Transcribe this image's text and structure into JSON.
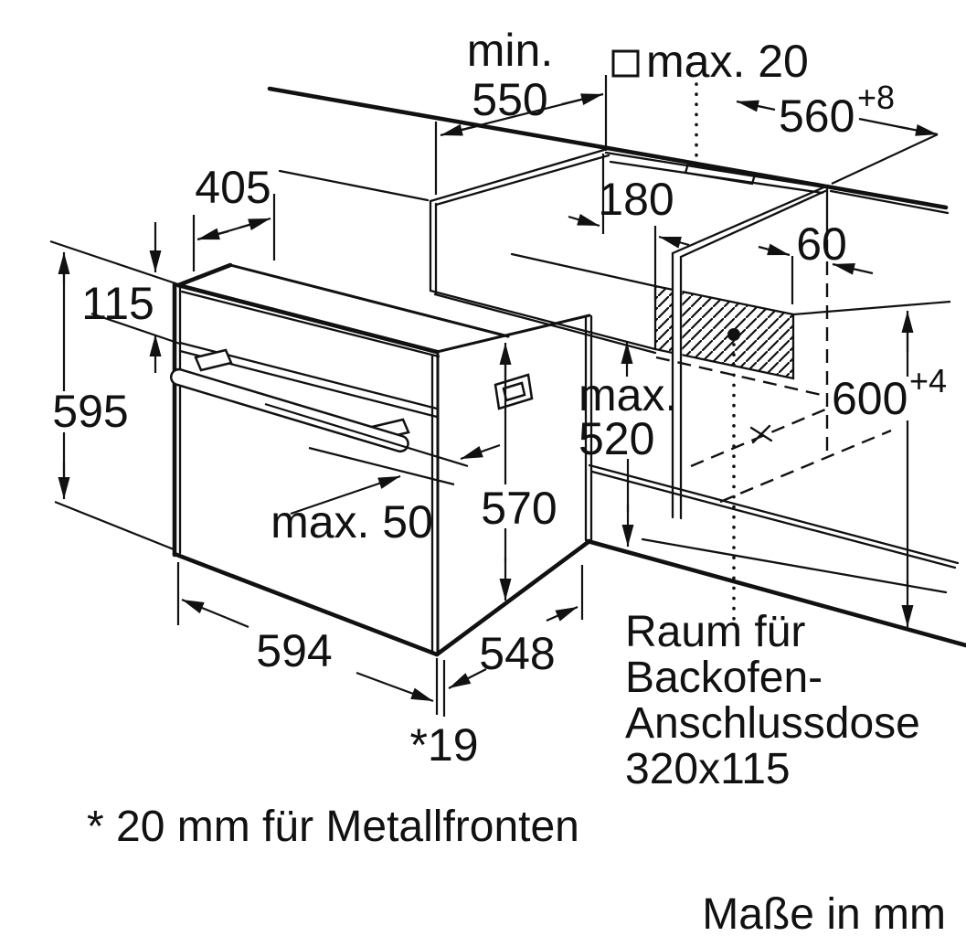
{
  "dims": {
    "min_label": "min.",
    "d550": "550",
    "square_max20": "max. 20",
    "d560": "560",
    "d560_tol": "+8",
    "d405": "405",
    "d115": "115",
    "d595": "595",
    "d180": "180",
    "d60": "60",
    "max520_line1": "max.",
    "max520_line2": "520",
    "d600": "600",
    "d600_tol": "+4",
    "max50": "max. 50",
    "d570": "570",
    "d594": "594",
    "d548": "548",
    "d19": "*19"
  },
  "callout": {
    "line1": "Raum für",
    "line2": "Backofen-",
    "line3": "Anschlussdose",
    "line4": "320x115"
  },
  "footnote": "* 20 mm für Metallfronten",
  "units_note": "Maße in mm",
  "colors": {
    "ink": "#111111",
    "paper": "#ffffff"
  }
}
